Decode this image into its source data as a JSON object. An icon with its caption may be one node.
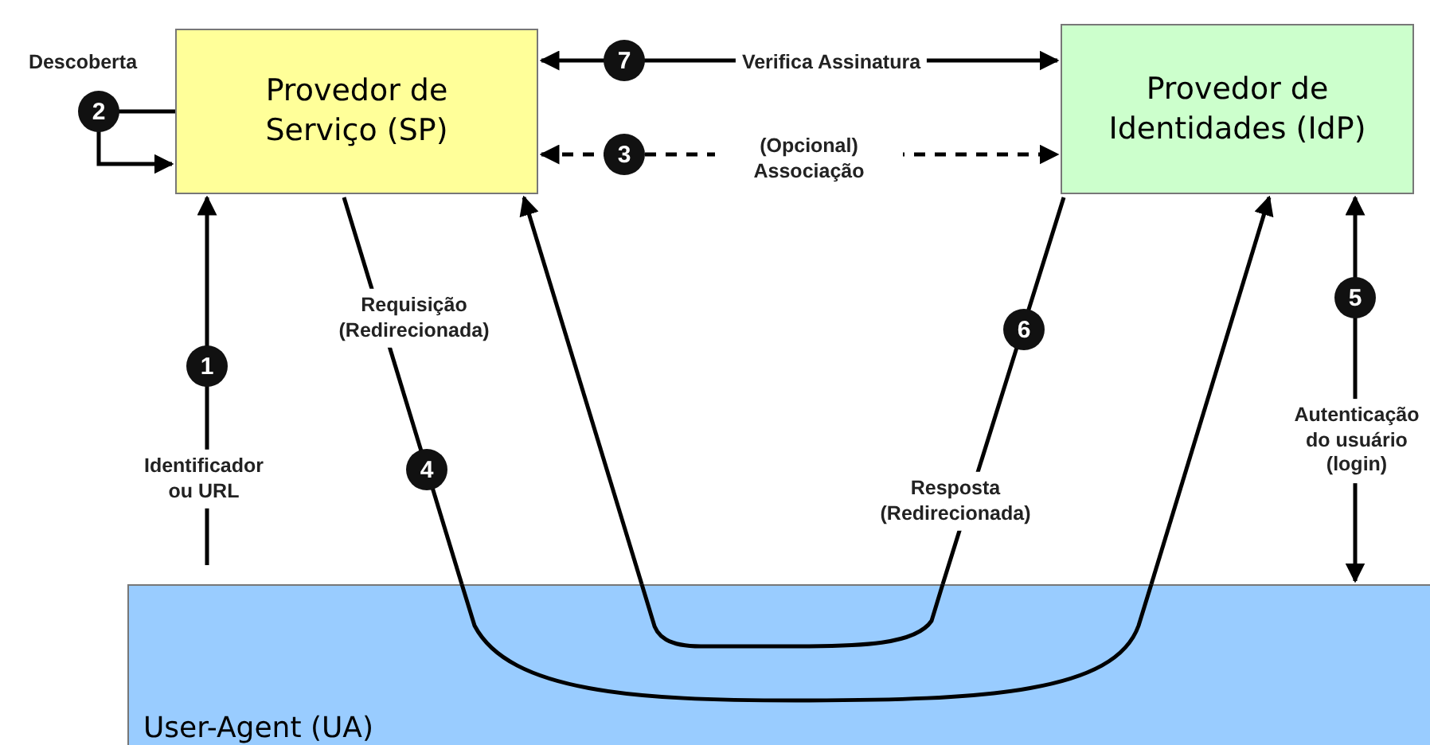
{
  "diagram": {
    "nodes": [
      {
        "text": [
          "Provedor de Serviço (SP)"
        ]
      },
      {
        "text": [
          "Provedor de Identidades (IdP)"
        ]
      },
      {
        "text": [
          "User-Agent (UA)"
        ]
      }
    ],
    "edges": [
      {
        "from": 2,
        "to": 0,
        "arrow": "to",
        "label": "Identificador ou URL"
      },
      {
        "from": 0,
        "to": 0,
        "arrow": "to",
        "label": "Descoberta"
      },
      {
        "from": 0,
        "to": 1,
        "arrow": "both",
        "label": "Verifica Assinatura"
      },
      {
        "from": 0,
        "to": 1,
        "arrow": "both",
        "label": "(Opcional) Associação",
        "style": "dashed"
      },
      {
        "from": 0,
        "to": 2,
        "arrow": "none",
        "label": "Requisição (Redirecionada)"
      },
      {
        "from": 2,
        "to": 1,
        "arrow": "to"
      },
      {
        "from": 1,
        "to": 2,
        "arrow": "none",
        "label": "Resposta (Redirecionada)"
      },
      {
        "from": 2,
        "to": 0,
        "arrow": "to"
      },
      {
        "from": 1,
        "to": 2,
        "arrow": "both",
        "label": "Autenticação do usuário (login)"
      }
    ],
    "labels": [
      "7",
      "2",
      "3",
      "5",
      "6",
      "1",
      "4"
    ]
  }
}
